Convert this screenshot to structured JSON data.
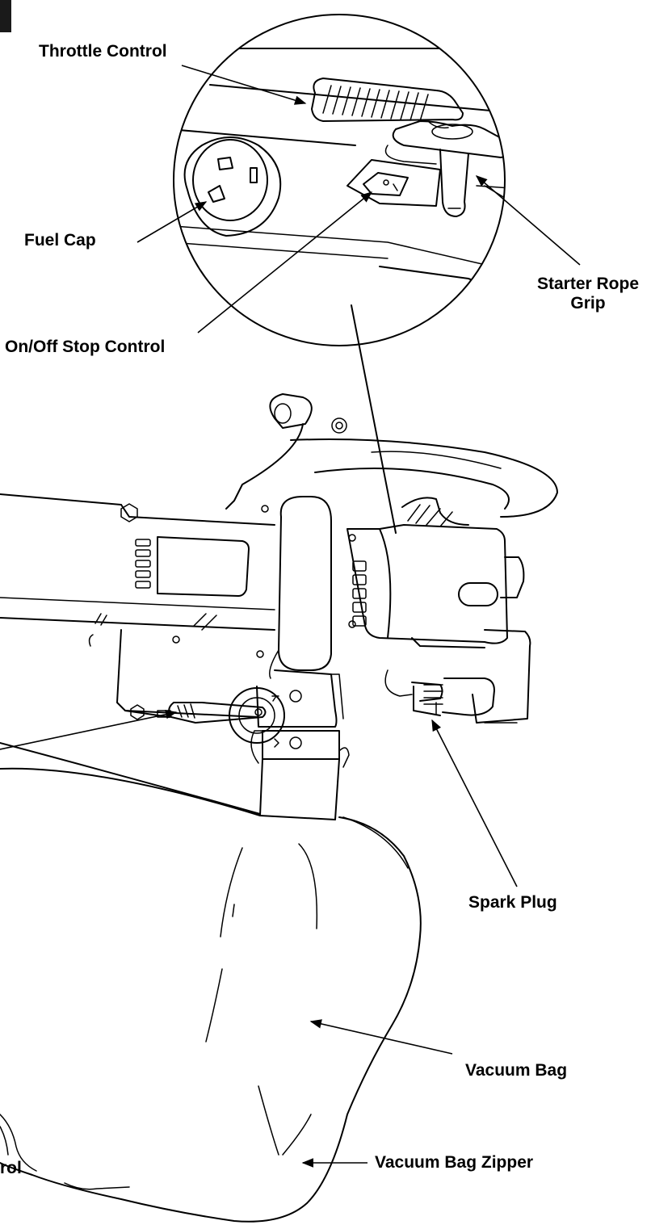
{
  "labels": {
    "throttle_control": "Throttle Control",
    "fuel_cap": "Fuel Cap",
    "on_off_stop_control": "On/Off Stop Control",
    "starter_rope_grip_line1": "Starter Rope",
    "starter_rope_grip_line2": "Grip",
    "spark_plug": "Spark Plug",
    "vacuum_bag": "Vacuum Bag",
    "vacuum_bag_zipper": "Vacuum Bag Zipper",
    "cut_off_label_fragment": "rol"
  }
}
